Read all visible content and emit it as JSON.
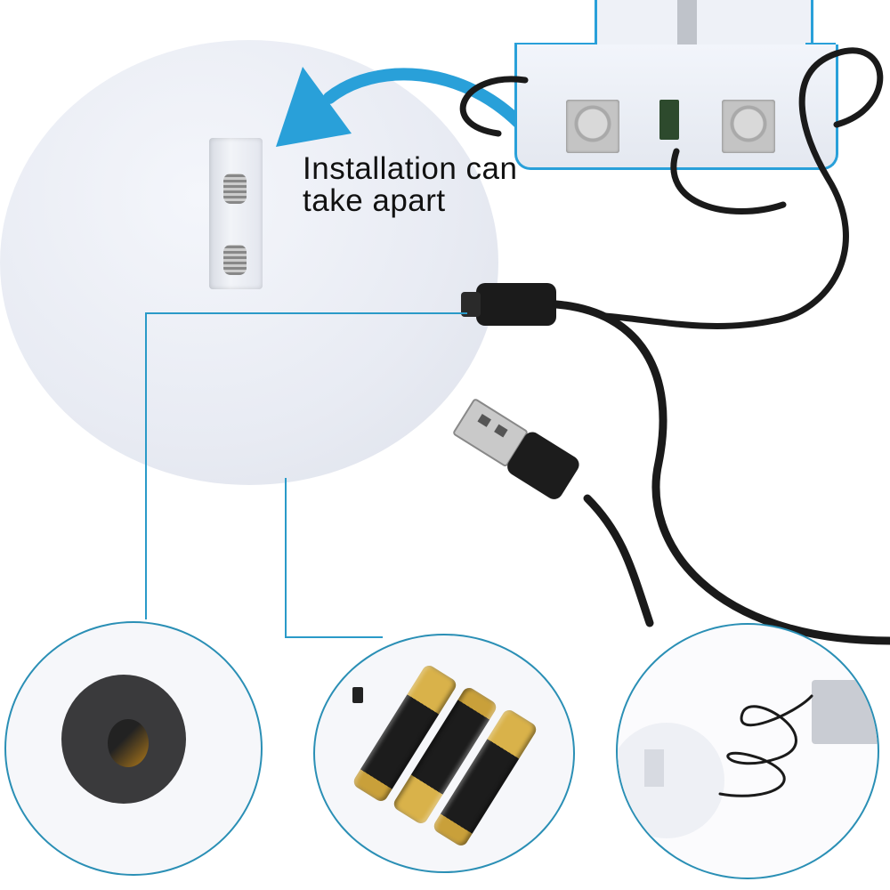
{
  "caption": {
    "line1": "Installation can",
    "line2": "take apart"
  },
  "colors": {
    "accent_blue": "#29a0d9",
    "callout_line": "#2a9ac8",
    "circle_border": "#2a8fb5",
    "base_white": "#eceff5",
    "cable_black": "#1a1a1a",
    "battery_gold": "#d9b24a"
  },
  "callouts": [
    {
      "name": "dc-jack-detail",
      "description": "DC power jack close-up"
    },
    {
      "name": "battery-compartment-detail",
      "description": "3 x AA battery compartment"
    },
    {
      "name": "usb-power-detail",
      "description": "Base connected to USB power bank"
    }
  ],
  "icons": {
    "arrow": "curved-arrow-icon",
    "usb_plug": "usb-plug-icon",
    "dc_plug": "dc-plug-icon"
  }
}
